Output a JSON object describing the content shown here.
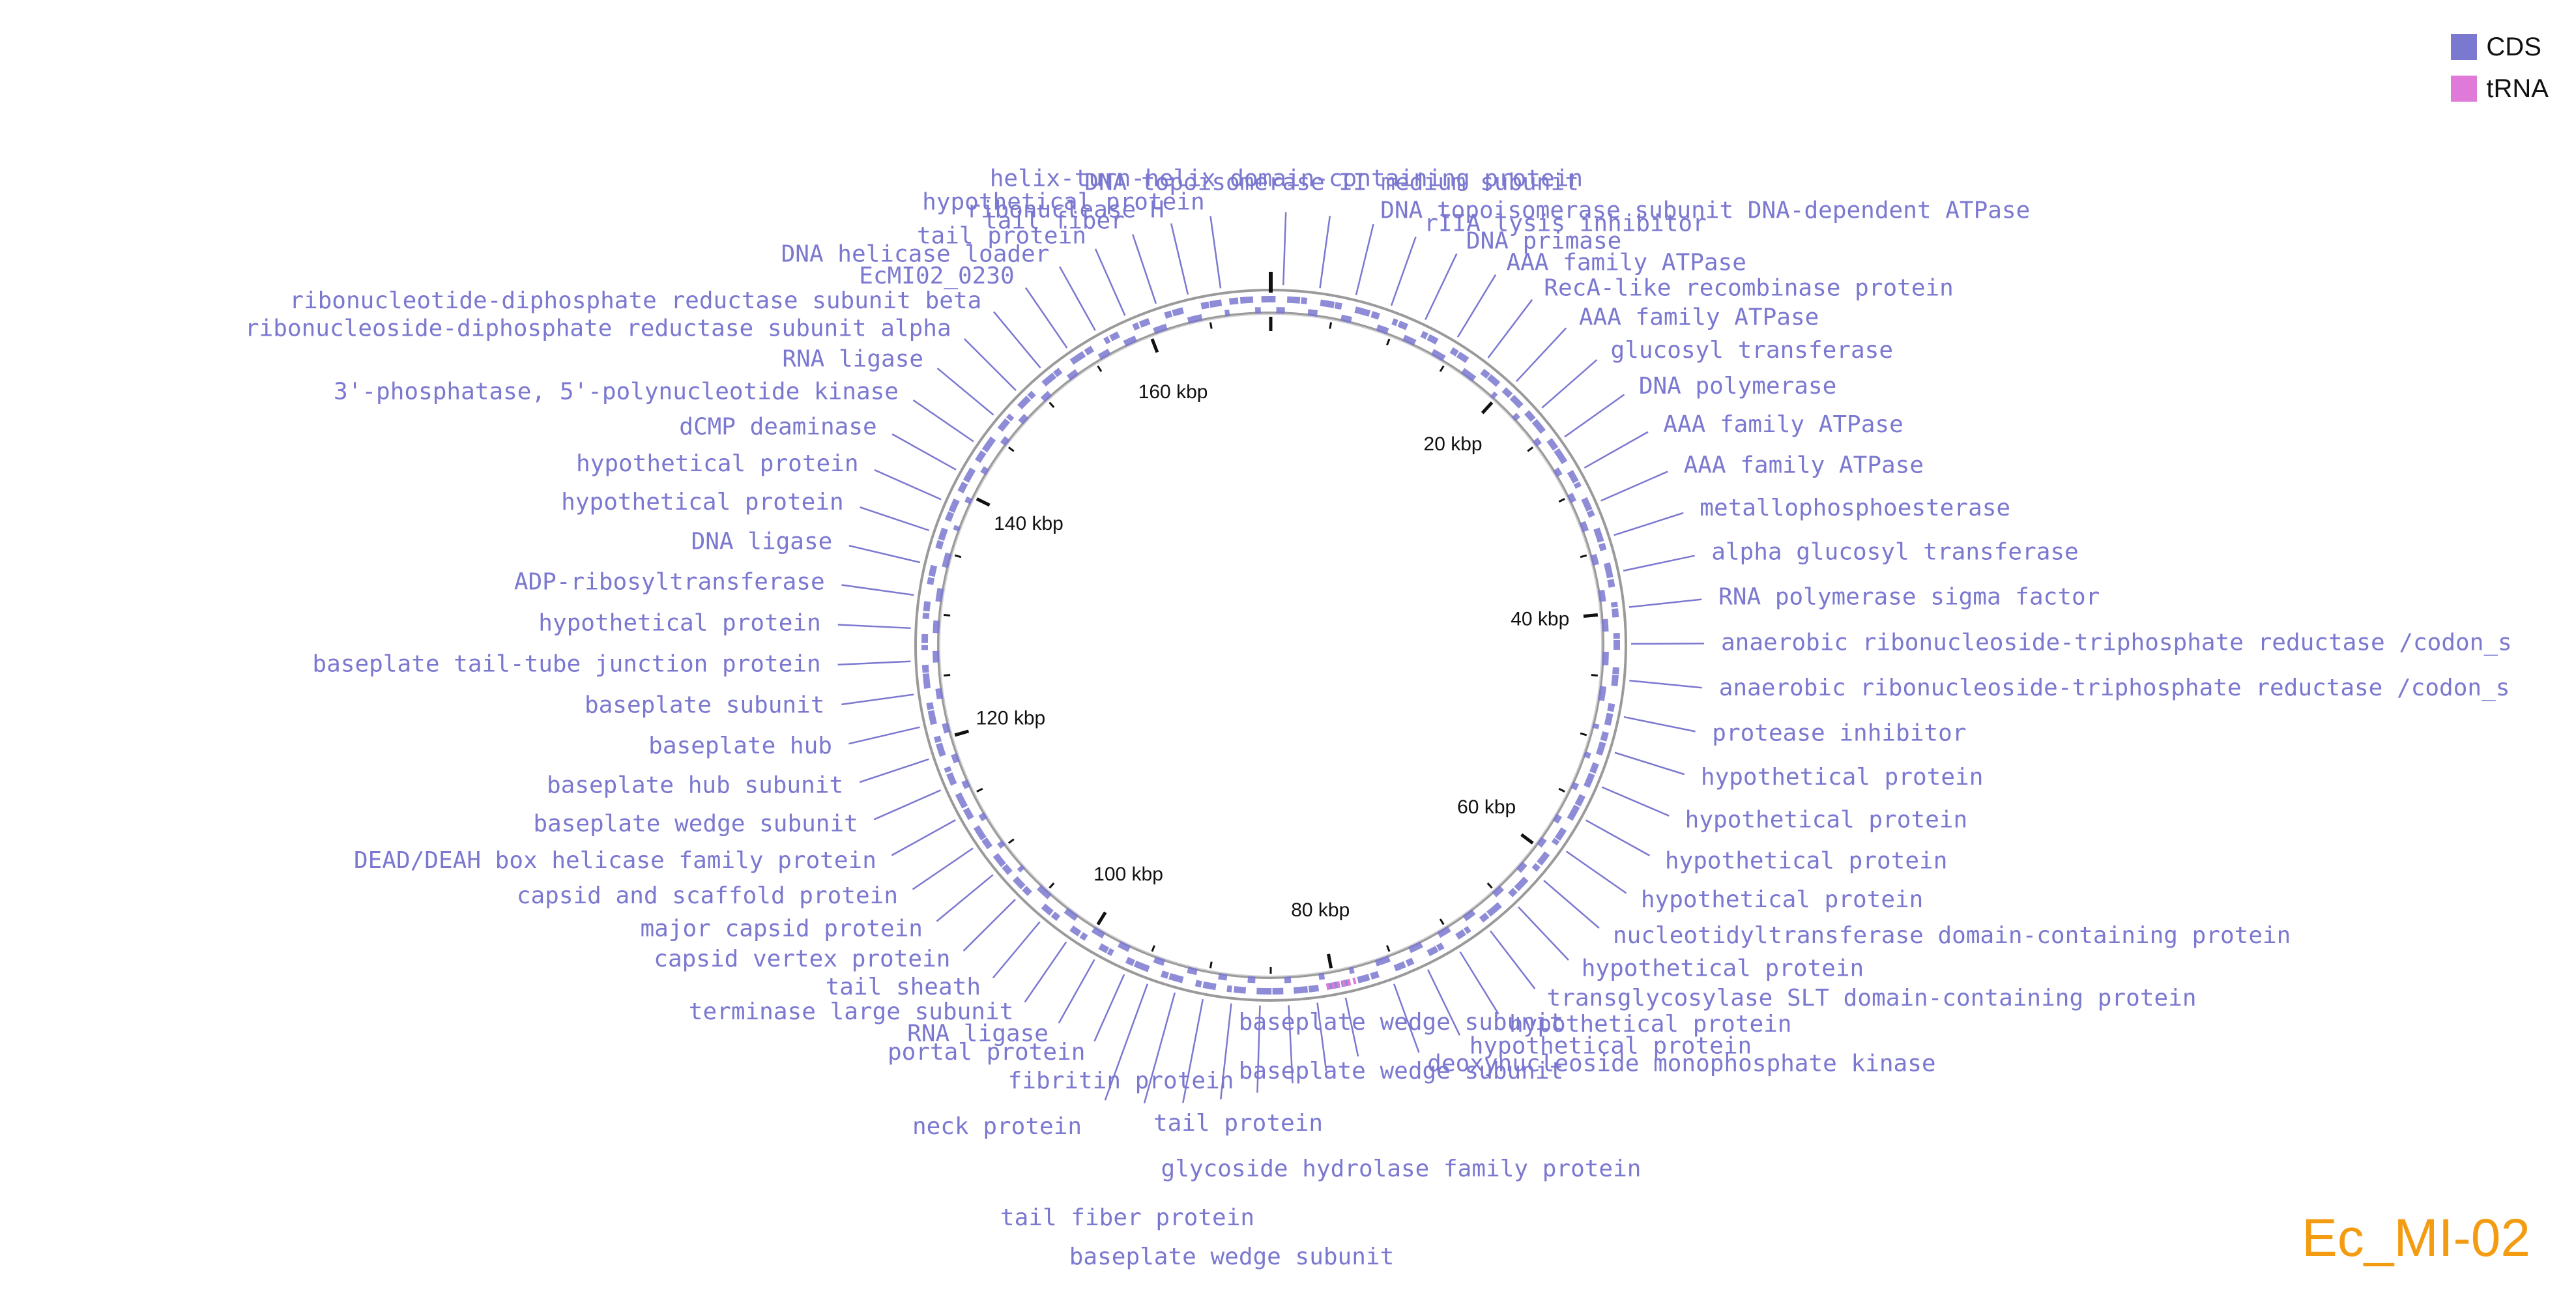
{
  "colors": {
    "cds": "#7b78d0",
    "trna": "#e07ad8",
    "label": "#7b78d0",
    "strain": "#f39c12"
  },
  "legend": [
    {
      "label": "CDS",
      "color": "#7b78d0"
    },
    {
      "label": "tRNA",
      "color": "#e07ad8"
    }
  ],
  "strain_name": "Ec_MI-02",
  "kbp_labels": [
    "20 kbp",
    "40 kbp",
    "60 kbp",
    "80 kbp",
    "100 kbp",
    "120 kbp",
    "140 kbp",
    "160 kbp"
  ],
  "gene_labels": {
    "right": [
      "helix-turn-helix domain-containing protein",
      "DNA topoisomerase II medium subunit",
      "DNA topoisomerase subunit DNA-dependent ATPase",
      "rIIA lysis inhibitor",
      "DNA primase",
      "AAA family ATPase",
      "RecA-like recombinase protein",
      "AAA family ATPase",
      "glucosyl transferase",
      "DNA polymerase",
      "AAA family ATPase",
      "AAA family ATPase",
      "metallophosphoesterase",
      "alpha glucosyl transferase",
      "RNA polymerase sigma factor",
      "anaerobic ribonucleoside-triphosphate reductase /codon_s",
      "anaerobic ribonucleoside-triphosphate reductase /codon_s",
      "protease inhibitor",
      "hypothetical protein",
      "hypothetical protein",
      "hypothetical protein",
      "hypothetical protein",
      "nucleotidyltransferase domain-containing protein",
      "hypothetical protein",
      "transglycosylase SLT domain-containing protein",
      "hypothetical protein",
      "hypothetical protein",
      "deoxynucleoside monophosphate kinase"
    ],
    "bottom": [
      "baseplate wedge subunit",
      "baseplate wedge subunit",
      "tail protein",
      "glycoside hydrolase family protein",
      "fibritin protein",
      "neck protein",
      "tail fiber protein",
      "baseplate wedge subunit"
    ],
    "left": [
      "hypothetical protein",
      "ribonuclease H",
      "tail fiber",
      "tail protein",
      "DNA helicase loader",
      "EcMI02_0230",
      "ribonucleotide-diphosphate reductase subunit beta",
      "ribonucleoside-diphosphate reductase subunit alpha",
      "RNA ligase",
      "3'-phosphatase, 5'-polynucleotide kinase",
      "dCMP deaminase",
      "hypothetical protein",
      "hypothetical protein",
      "DNA ligase",
      "ADP-ribosyltransferase",
      "hypothetical protein",
      "baseplate tail-tube junction protein",
      "baseplate subunit",
      "baseplate hub",
      "baseplate hub subunit",
      "baseplate wedge subunit",
      "DEAD/DEAH box helicase family protein",
      "capsid and scaffold protein",
      "major capsid protein",
      "capsid vertex protein",
      "tail sheath",
      "terminase large subunit",
      "RNA ligase",
      "portal protein"
    ]
  }
}
